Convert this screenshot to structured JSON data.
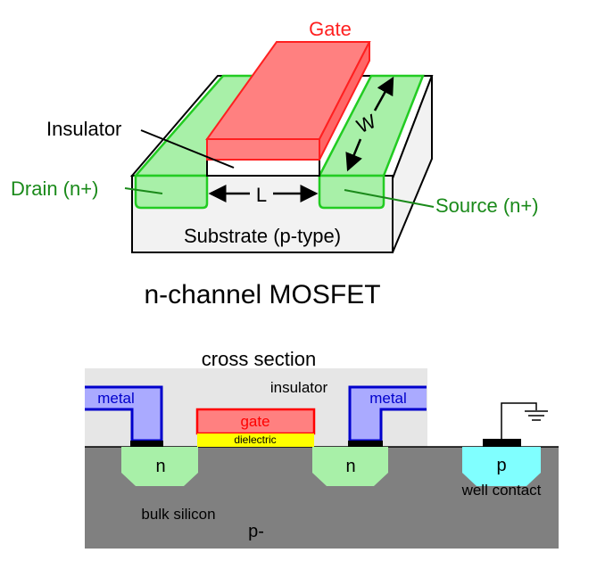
{
  "top_diagram": {
    "gate_label": "Gate",
    "insulator_label": "Insulator",
    "drain_label": "Drain (n+)",
    "source_label": "Source (n+)",
    "substrate_label": "Substrate (p-type)",
    "length_label": "L",
    "width_label": "W",
    "title": "n-channel MOSFET"
  },
  "cross_section": {
    "title": "cross section",
    "insulator_label": "insulator",
    "metal_left_label": "metal",
    "metal_right_label": "metal",
    "gate_label": "gate",
    "dielectric_label": "dielectric",
    "n_left_label": "n",
    "n_right_label": "n",
    "p_label": "p",
    "well_contact_label": "well contact",
    "bulk_label": "bulk silicon",
    "p_minus_label": "p-"
  },
  "colors": {
    "gate_red": "#ff7f7f",
    "gate_stroke": "#ff2020",
    "diffusion_green": "#a8f0a8",
    "diffusion_stroke": "#22cc22",
    "label_green": "#1a8a1a",
    "metal_blue": "#aaaaff",
    "metal_stroke": "#0000cc",
    "dielectric_yellow": "#ffff00",
    "p_cyan": "#80ffff",
    "bulk_gray": "#808080",
    "insulator_gray": "#e6e6e6"
  }
}
